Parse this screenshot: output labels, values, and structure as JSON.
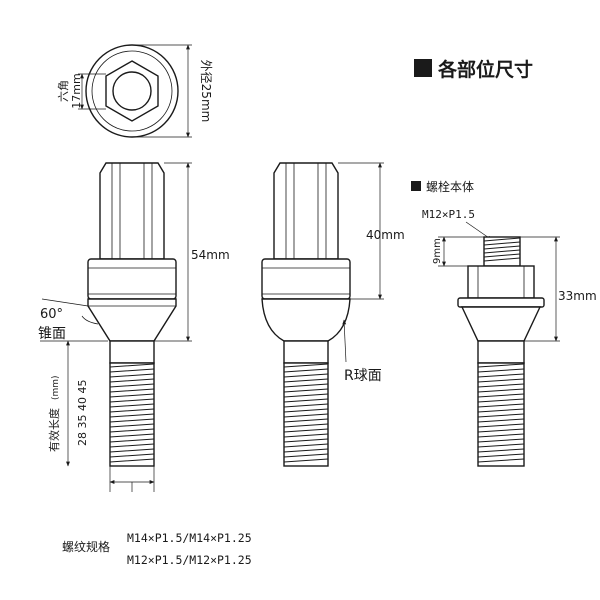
{
  "heading": {
    "title": "各部位尺寸"
  },
  "top_view": {
    "hex_label": "六角",
    "hex_size": "17mm",
    "outer_diameter": "外径25mm"
  },
  "bolt_left": {
    "overall_length": "54mm",
    "seat_angle": "60°",
    "seat_type": "锥面",
    "thread_length_label": "有效长度",
    "thread_length_unit": "(mm)",
    "thread_length_values_top": "28 35 40 45"
  },
  "bolt_middle": {
    "head_height": "40mm",
    "seat_type": "R球面"
  },
  "bolt_right": {
    "section_title": "螺栓本体",
    "stud_spec": "M12×P1.5",
    "stud_length": "9mm",
    "overall_height": "33mm"
  },
  "thread_spec": {
    "label": "螺纹规格",
    "line1": "M14×P1.5/M14×P1.25",
    "line2": "M12×P1.5/M12×P1.25"
  }
}
